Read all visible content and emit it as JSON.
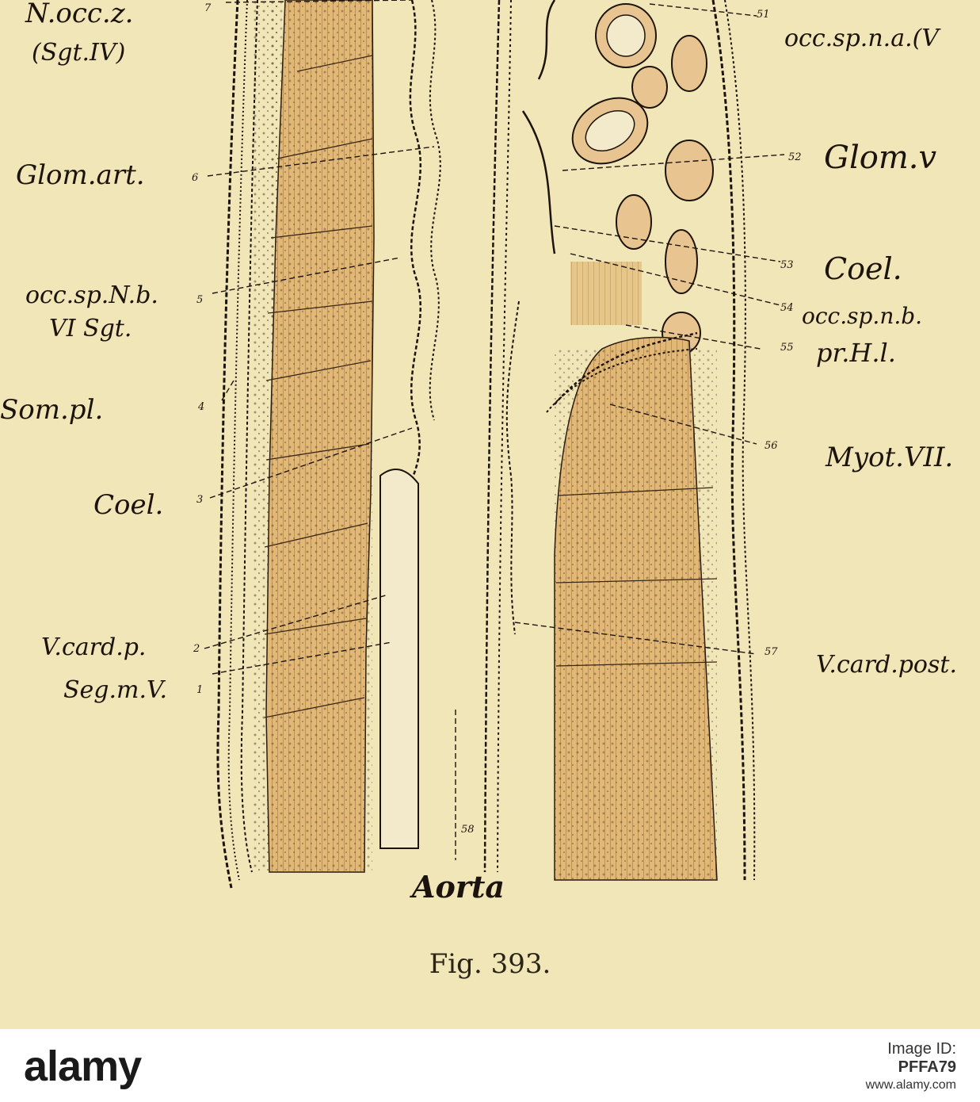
{
  "figure": {
    "caption": "Fig. 393.",
    "labels_left": [
      {
        "id": "n-occ-z",
        "text": "N.occ.z.",
        "sub": "(Sgt.IV)",
        "num": "7"
      },
      {
        "id": "glom-art",
        "text": "Glom.art.",
        "num": "6"
      },
      {
        "id": "occ-sp-n-b",
        "text": "occ.sp.N.b.",
        "sub": "VI Sgt.",
        "num": "5"
      },
      {
        "id": "som-pl",
        "text": "Som.pl.",
        "num": "4"
      },
      {
        "id": "coel-left",
        "text": "Coel.",
        "num": "3"
      },
      {
        "id": "v-card-p",
        "text": "V.card.p.",
        "num": "2"
      },
      {
        "id": "seg-m-v",
        "text": "Seg.m.V.",
        "num": "1"
      }
    ],
    "labels_right": [
      {
        "id": "occ-sp-n-a",
        "text": "occ.sp.n.a.(V",
        "num": "51"
      },
      {
        "id": "glom-v",
        "text": "Glom.v",
        "num": "52"
      },
      {
        "id": "coel-right",
        "text": "Coel.",
        "num": "53"
      },
      {
        "id": "occ-sp-n-b-right",
        "text": "occ.sp.n.b.",
        "num": "54"
      },
      {
        "id": "pr-h-l",
        "text": "pr.H.l.",
        "num": "55"
      },
      {
        "id": "myot-vii",
        "text": "Myot.VII.",
        "num": "56"
      },
      {
        "id": "v-card-post",
        "text": "V.card.post.",
        "num": "57"
      }
    ],
    "label_bottom": {
      "id": "aorta",
      "text": "Aorta",
      "num": "58"
    }
  },
  "watermark": {
    "brand": "alamy",
    "stock_label": "Image ID:",
    "stock_id": "PFFA79",
    "url": "www.alamy.com"
  },
  "colors": {
    "background": "#f1e6b7",
    "muscle": "#e2b877",
    "ink": "#1c140c"
  }
}
